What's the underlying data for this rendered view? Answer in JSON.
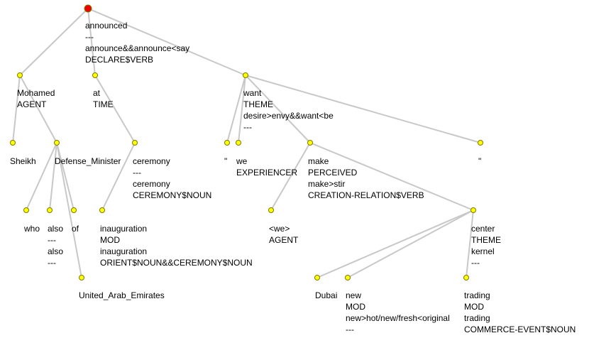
{
  "colors": {
    "edge": "#c8c8c8",
    "node": "#ffff00",
    "root": "#ee0000",
    "node_stroke": "#7a7a00",
    "text": "#000000"
  },
  "nodes": [
    {
      "id": "root",
      "root": true,
      "lines": [
        "announced",
        "---",
        "announce&&announce<say",
        "DECLARE$VERB"
      ]
    },
    {
      "id": "mohamed",
      "lines": [
        "Mohamed",
        "AGENT"
      ]
    },
    {
      "id": "at",
      "lines": [
        "at",
        "TIME"
      ]
    },
    {
      "id": "want",
      "lines": [
        "want",
        "THEME",
        "desire>envy&&want<be",
        "---"
      ]
    },
    {
      "id": "sheikh",
      "lines": [
        "Sheikh"
      ]
    },
    {
      "id": "defmin",
      "lines": [
        "Defense_Minister"
      ]
    },
    {
      "id": "ceremony",
      "lines": [
        "ceremony",
        "---",
        "ceremony",
        "CEREMONY$NOUN"
      ]
    },
    {
      "id": "quote1",
      "lines": [
        "\""
      ]
    },
    {
      "id": "we",
      "lines": [
        "we",
        "EXPERIENCER"
      ]
    },
    {
      "id": "make",
      "lines": [
        "make",
        "PERCEIVED",
        "make>stir",
        "CREATION-RELATION$VERB"
      ]
    },
    {
      "id": "quote2",
      "lines": [
        "\""
      ]
    },
    {
      "id": "who",
      "lines": [
        "who"
      ]
    },
    {
      "id": "also",
      "lines": [
        "also",
        "---",
        "also",
        "---"
      ]
    },
    {
      "id": "of",
      "lines": [
        "of"
      ]
    },
    {
      "id": "inaug",
      "lines": [
        "inauguration",
        "MOD",
        "inauguration",
        "ORIENT$NOUN&&CEREMONY$NOUN"
      ]
    },
    {
      "id": "weagent",
      "lines": [
        "<we>",
        "AGENT"
      ]
    },
    {
      "id": "center",
      "lines": [
        "center",
        "THEME",
        "kernel",
        "---"
      ]
    },
    {
      "id": "uae",
      "lines": [
        "United_Arab_Emirates"
      ]
    },
    {
      "id": "dubai",
      "lines": [
        "Dubai"
      ]
    },
    {
      "id": "new",
      "lines": [
        "new",
        "MOD",
        "new>hot/new/fresh<original",
        "---"
      ]
    },
    {
      "id": "trading",
      "lines": [
        "trading",
        "MOD",
        "trading",
        "COMMERCE-EVENT$NOUN"
      ]
    }
  ],
  "edges": [
    [
      "root",
      "mohamed"
    ],
    [
      "root",
      "at"
    ],
    [
      "root",
      "want"
    ],
    [
      "mohamed",
      "sheikh"
    ],
    [
      "mohamed",
      "defmin"
    ],
    [
      "at",
      "ceremony"
    ],
    [
      "want",
      "quote1"
    ],
    [
      "want",
      "we"
    ],
    [
      "want",
      "make"
    ],
    [
      "want",
      "quote2"
    ],
    [
      "defmin",
      "who"
    ],
    [
      "defmin",
      "also"
    ],
    [
      "defmin",
      "of"
    ],
    [
      "defmin",
      "uae"
    ],
    [
      "ceremony",
      "inaug"
    ],
    [
      "make",
      "weagent"
    ],
    [
      "make",
      "center"
    ],
    [
      "center",
      "dubai"
    ],
    [
      "center",
      "new"
    ],
    [
      "center",
      "trading"
    ]
  ]
}
